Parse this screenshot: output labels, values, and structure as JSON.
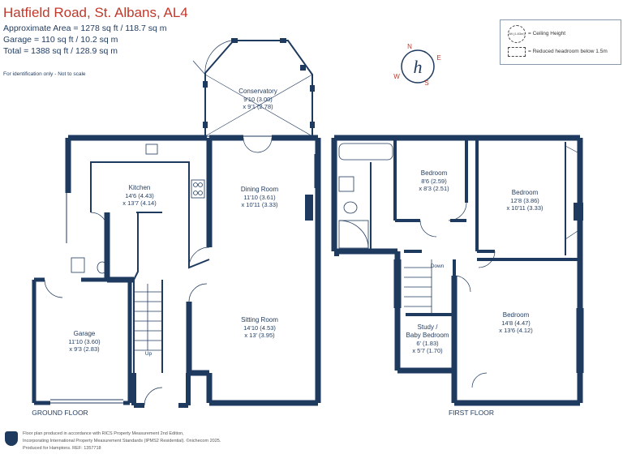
{
  "header": {
    "title": "Hatfield Road, St. Albans, AL4",
    "approx_area": "Approximate Area = 1278 sq ft / 118.7 sq m",
    "garage_area": "Garage = 110 sq ft / 10.2 sq m",
    "total_area": "Total = 1388 sq ft / 128.9 sq m",
    "note": "For identification only - Not to scale"
  },
  "legend": {
    "ceiling_symbol": "6ft (1.83m)",
    "ceiling_label": "= Ceiling Height",
    "reduced_label": "= Reduced headroom below 1.5m"
  },
  "compass": {
    "n": "N",
    "e": "E",
    "s": "S",
    "w": "W",
    "logo": "h"
  },
  "ground_floor": {
    "label": "GROUND FLOOR",
    "rooms": [
      {
        "id": "conservatory",
        "name": "Conservatory",
        "dim1": "9'10 (3.00)",
        "dim2": "x 9'1 (2.78)"
      },
      {
        "id": "kitchen",
        "name": "Kitchen",
        "dim1": "14'6 (4.43)",
        "dim2": "x 13'7 (4.14)"
      },
      {
        "id": "dining",
        "name": "Dining Room",
        "dim1": "11'10 (3.61)",
        "dim2": "x 10'11 (3.33)"
      },
      {
        "id": "sitting",
        "name": "Sitting Room",
        "dim1": "14'10 (4.53)",
        "dim2": "x 13' (3.95)"
      },
      {
        "id": "garage",
        "name": "Garage",
        "dim1": "11'10 (3.60)",
        "dim2": "x 9'3 (2.83)"
      }
    ],
    "stairs_label": "Up"
  },
  "first_floor": {
    "label": "FIRST FLOOR",
    "rooms": [
      {
        "id": "bed1",
        "name": "Bedroom",
        "dim1": "8'6 (2.59)",
        "dim2": "x 8'3 (2.51)"
      },
      {
        "id": "bed2",
        "name": "Bedroom",
        "dim1": "12'8 (3.86)",
        "dim2": "x 10'11 (3.33)"
      },
      {
        "id": "bed3",
        "name": "Bedroom",
        "dim1": "14'8 (4.47)",
        "dim2": "x 13'6 (4.12)"
      },
      {
        "id": "study",
        "name": "Study /",
        "name2": "Baby Bedroom",
        "dim1": "6' (1.83)",
        "dim2": "x 5'7 (1.70)"
      }
    ],
    "stairs_label": "Down"
  },
  "footer": {
    "line1": "Floor plan produced in accordance with RICS Property Measurement 2nd Edition,",
    "line2": "Incorporating International Property Measurement Standards (IPMS2 Residential).  ©nichecom 2025.",
    "line3": "Produced for Hamptons.  REF: 1357718"
  },
  "colors": {
    "wall": "#1f3a5f",
    "title": "#c0392b",
    "text": "#1f3a5f"
  }
}
